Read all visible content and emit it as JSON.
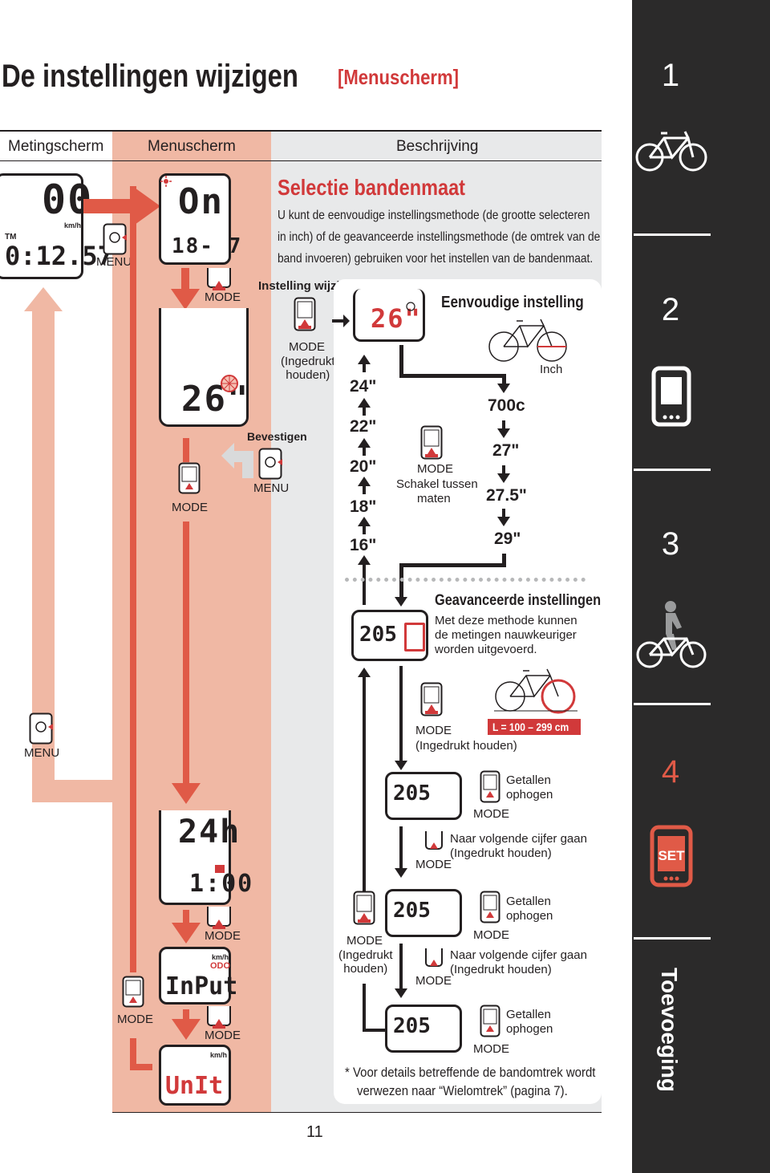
{
  "header": {
    "title": "De instellingen wijzigen",
    "subtitle": "[Menuscherm]"
  },
  "columns": {
    "col1": "Metingscherm",
    "col2": "Menuscherm",
    "col3": "Beschrijving"
  },
  "sidebar": {
    "tabs": [
      "1",
      "2",
      "3",
      "4"
    ],
    "vertical_label": "Toevoeging"
  },
  "lcd": {
    "main_speed": "00",
    "main_time": "0:12.57",
    "main_tm": "TM",
    "unit_kmh": "km/h",
    "menu_on": "On",
    "menu_date": "18- 7",
    "menu_wheel": "26\"",
    "menu_clock_top": "24h",
    "menu_clock_bottom": "1:00",
    "menu_input": "InPut",
    "menu_odo": "ODO",
    "menu_unit": "UnIt",
    "adv_205": "205",
    "easy_26": "26\""
  },
  "buttons": {
    "menu": "MENU",
    "mode": "MODE",
    "mode_hold": "MODE",
    "mode_hold_text": "(Ingedrukt\nhouden)",
    "mode_hold_oneline": "(Ingedrukt houden)"
  },
  "content": {
    "section_title": "Selectie bandenmaat",
    "intro": [
      "U kunt de eenvoudige instellingsmethode (de grootte selecteren",
      "in inch) of de geavanceerde instellingsmethode (de omtrek van de",
      "band invoeren) gebruiken voor het instellen van de bandenmaat."
    ],
    "setting_change": "Instelling wijzigen",
    "confirm": "Bevestigen",
    "easy_title": "Eenvoudige instelling",
    "inch_label": "Inch",
    "sizes_left": [
      "24\"",
      "22\"",
      "20\"",
      "18\"",
      "16\""
    ],
    "sizes_right": [
      "700c",
      "27\"",
      "27.5\"",
      "29\""
    ],
    "switch_sizes": [
      "Schakel tussen",
      "maten"
    ],
    "advanced_title": "Geavanceerde instellingen",
    "advanced_desc": [
      "Met deze methode kunnen",
      "de metingen nauwkeuriger",
      "worden uitgevoerd."
    ],
    "l_range": "L = 100 – 299 cm",
    "increase": [
      "Getallen",
      "ophogen"
    ],
    "next_digit": [
      "Naar volgende cijfer gaan",
      "(Ingedrukt houden)"
    ],
    "footnote": [
      "*  Voor details betreffende de bandomtrek wordt",
      "verwezen naar “Wielomtrek” (pagina 7)."
    ]
  },
  "page_number": "11",
  "colors": {
    "accent_red": "#d1393a",
    "salmon": "#f0b8a4",
    "salmon_dark": "#e05a47",
    "grey_panel": "#e8e9ea",
    "sidebar_dark": "#2b2a2a"
  }
}
